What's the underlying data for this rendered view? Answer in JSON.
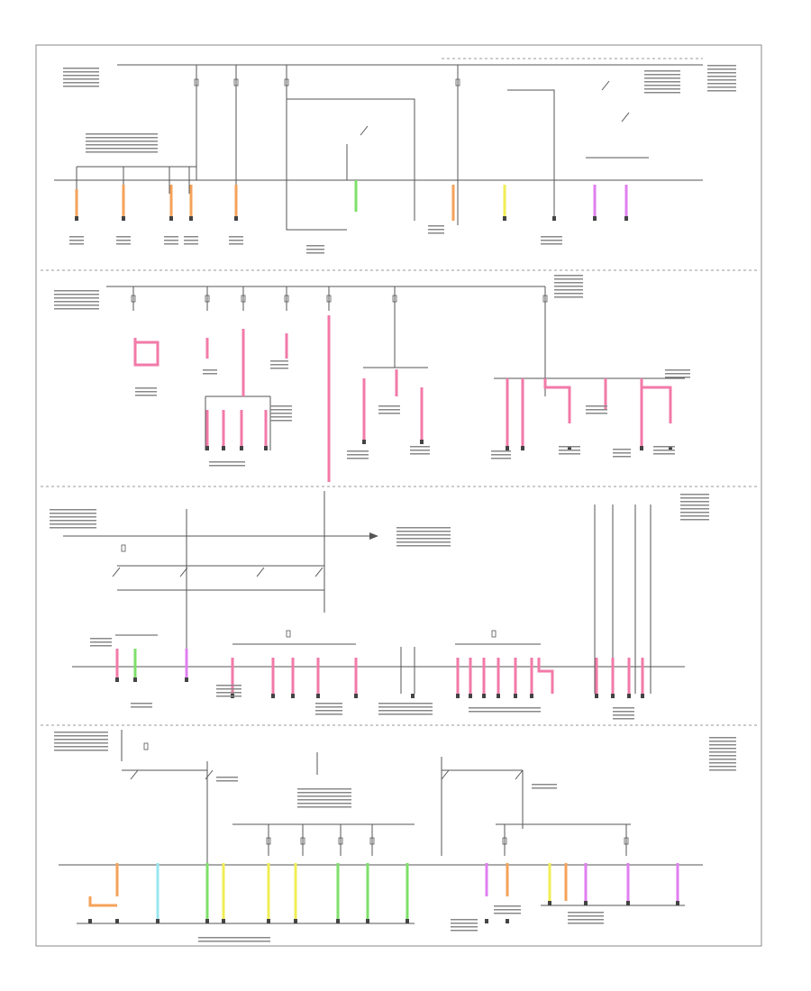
{
  "footer_code": "",
  "colors": {
    "frame": "#8a8a8a",
    "wire": "#555555",
    "pink": "#f27aa8",
    "orange": "#f5a25a",
    "green": "#7ee06a",
    "yellow": "#f0ee55",
    "violet": "#e07ff0",
    "cyan": "#9ae6f0",
    "ground": "#444444"
  },
  "sections": [
    {
      "id": "power-section-1"
    },
    {
      "id": "power-section-2"
    },
    {
      "id": "power-section-3"
    },
    {
      "id": "power-section-4"
    }
  ]
}
